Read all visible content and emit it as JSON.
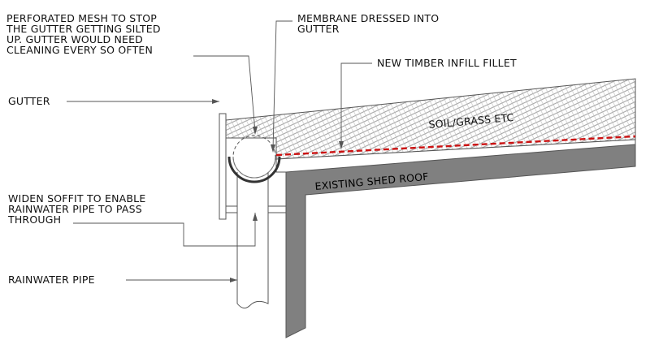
{
  "labels": {
    "mesh": [
      "PERFORATED MESH TO STOP",
      "THE GUTTER GETTING SILTED",
      "UP. GUTTER WOULD NEED",
      "CLEANING EVERY SO OFTEN"
    ],
    "membrane": [
      "MEMBRANE DRESSED INTO",
      "GUTTER"
    ],
    "fillet": "NEW TIMBER INFILL FILLET",
    "gutter": "GUTTER",
    "soil": "SOIL/GRASS ETC",
    "shed_roof": "EXISTING SHED ROOF",
    "soffit": [
      "WIDEN SOFFIT TO ENABLE",
      "RAINWATER PIPE TO PASS",
      "THROUGH"
    ],
    "pipe": "RAINWATER PIPE"
  },
  "colors": {
    "line": "#555555",
    "section": "#808080",
    "membrane": "#cc1111",
    "text": "#111111"
  }
}
